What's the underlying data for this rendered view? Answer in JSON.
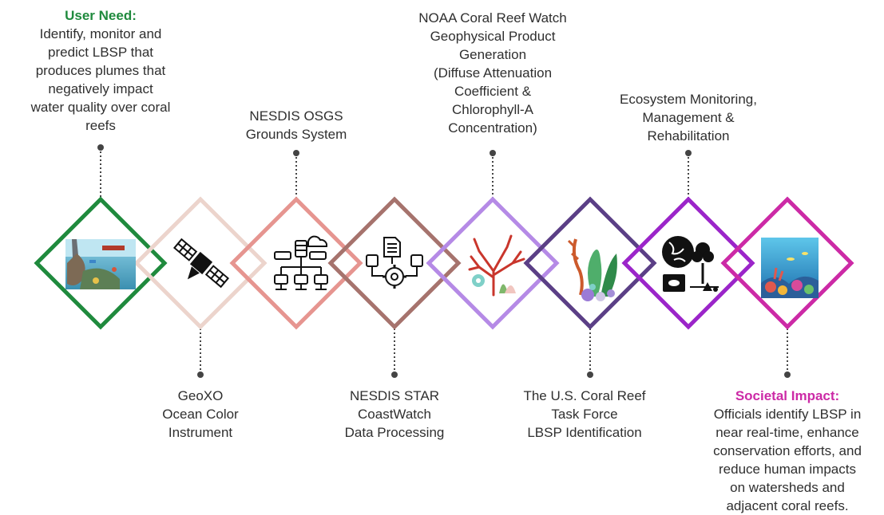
{
  "colors": {
    "user_need": "#1f8a3d",
    "societal_impact": "#cc2aa6",
    "text": "#2f2f2f",
    "connector": "#444444"
  },
  "steps": [
    {
      "id": "user-need",
      "position": "top",
      "title": "User Need:",
      "title_color": "#1f8a3d",
      "text": "Identify, monitor and\npredict LBSP that\nproduces plumes that\nnegatively impact\nwater quality over coral\nreefs",
      "border_color": "#1f8a3d",
      "icon": "polluted-water-image"
    },
    {
      "id": "geoxo",
      "position": "bottom",
      "title": "",
      "text": "GeoXO\nOcean Color\nInstrument",
      "border_color": "#ecd4cc",
      "icon": "satellite-icon"
    },
    {
      "id": "nesdis-osgs",
      "position": "top",
      "title": "",
      "text": "NESDIS OSGS\nGrounds System",
      "border_color": "#e69590",
      "icon": "server-network-icon"
    },
    {
      "id": "nesdis-star",
      "position": "bottom",
      "title": "",
      "text": "NESDIS STAR\nCoastWatch\nData Processing",
      "border_color": "#a6736d",
      "icon": "data-processing-icon"
    },
    {
      "id": "coral-reef-watch",
      "position": "top",
      "title": "",
      "text": "NOAA Coral Reef Watch\nGeophysical Product\nGeneration\n(Diffuse Attenuation\nCoefficient &\nChlorophyll-A\nConcentration)",
      "border_color": "#b58ae6",
      "icon": "coral-icon"
    },
    {
      "id": "coral-reef-task-force",
      "position": "bottom",
      "title": "",
      "text": "The U.S. Coral Reef\nTask Force\nLBSP Identification",
      "border_color": "#5b3f86",
      "icon": "seaweed-icon"
    },
    {
      "id": "ecosystem-monitoring",
      "position": "top",
      "title": "",
      "text": "Ecosystem Monitoring,\nManagement &\nRehabilitation",
      "border_color": "#9b25c9",
      "icon": "ecosystem-icon"
    },
    {
      "id": "societal-impact",
      "position": "bottom",
      "title": "Societal Impact:",
      "title_color": "#cc2aa6",
      "text": "Officials identify LBSP in\nnear real-time, enhance\nconservation efforts, and\nreduce human impacts\non watersheds and\nadjacent coral reefs.",
      "border_color": "#cc2aa6",
      "icon": "coral-reef-image"
    }
  ]
}
